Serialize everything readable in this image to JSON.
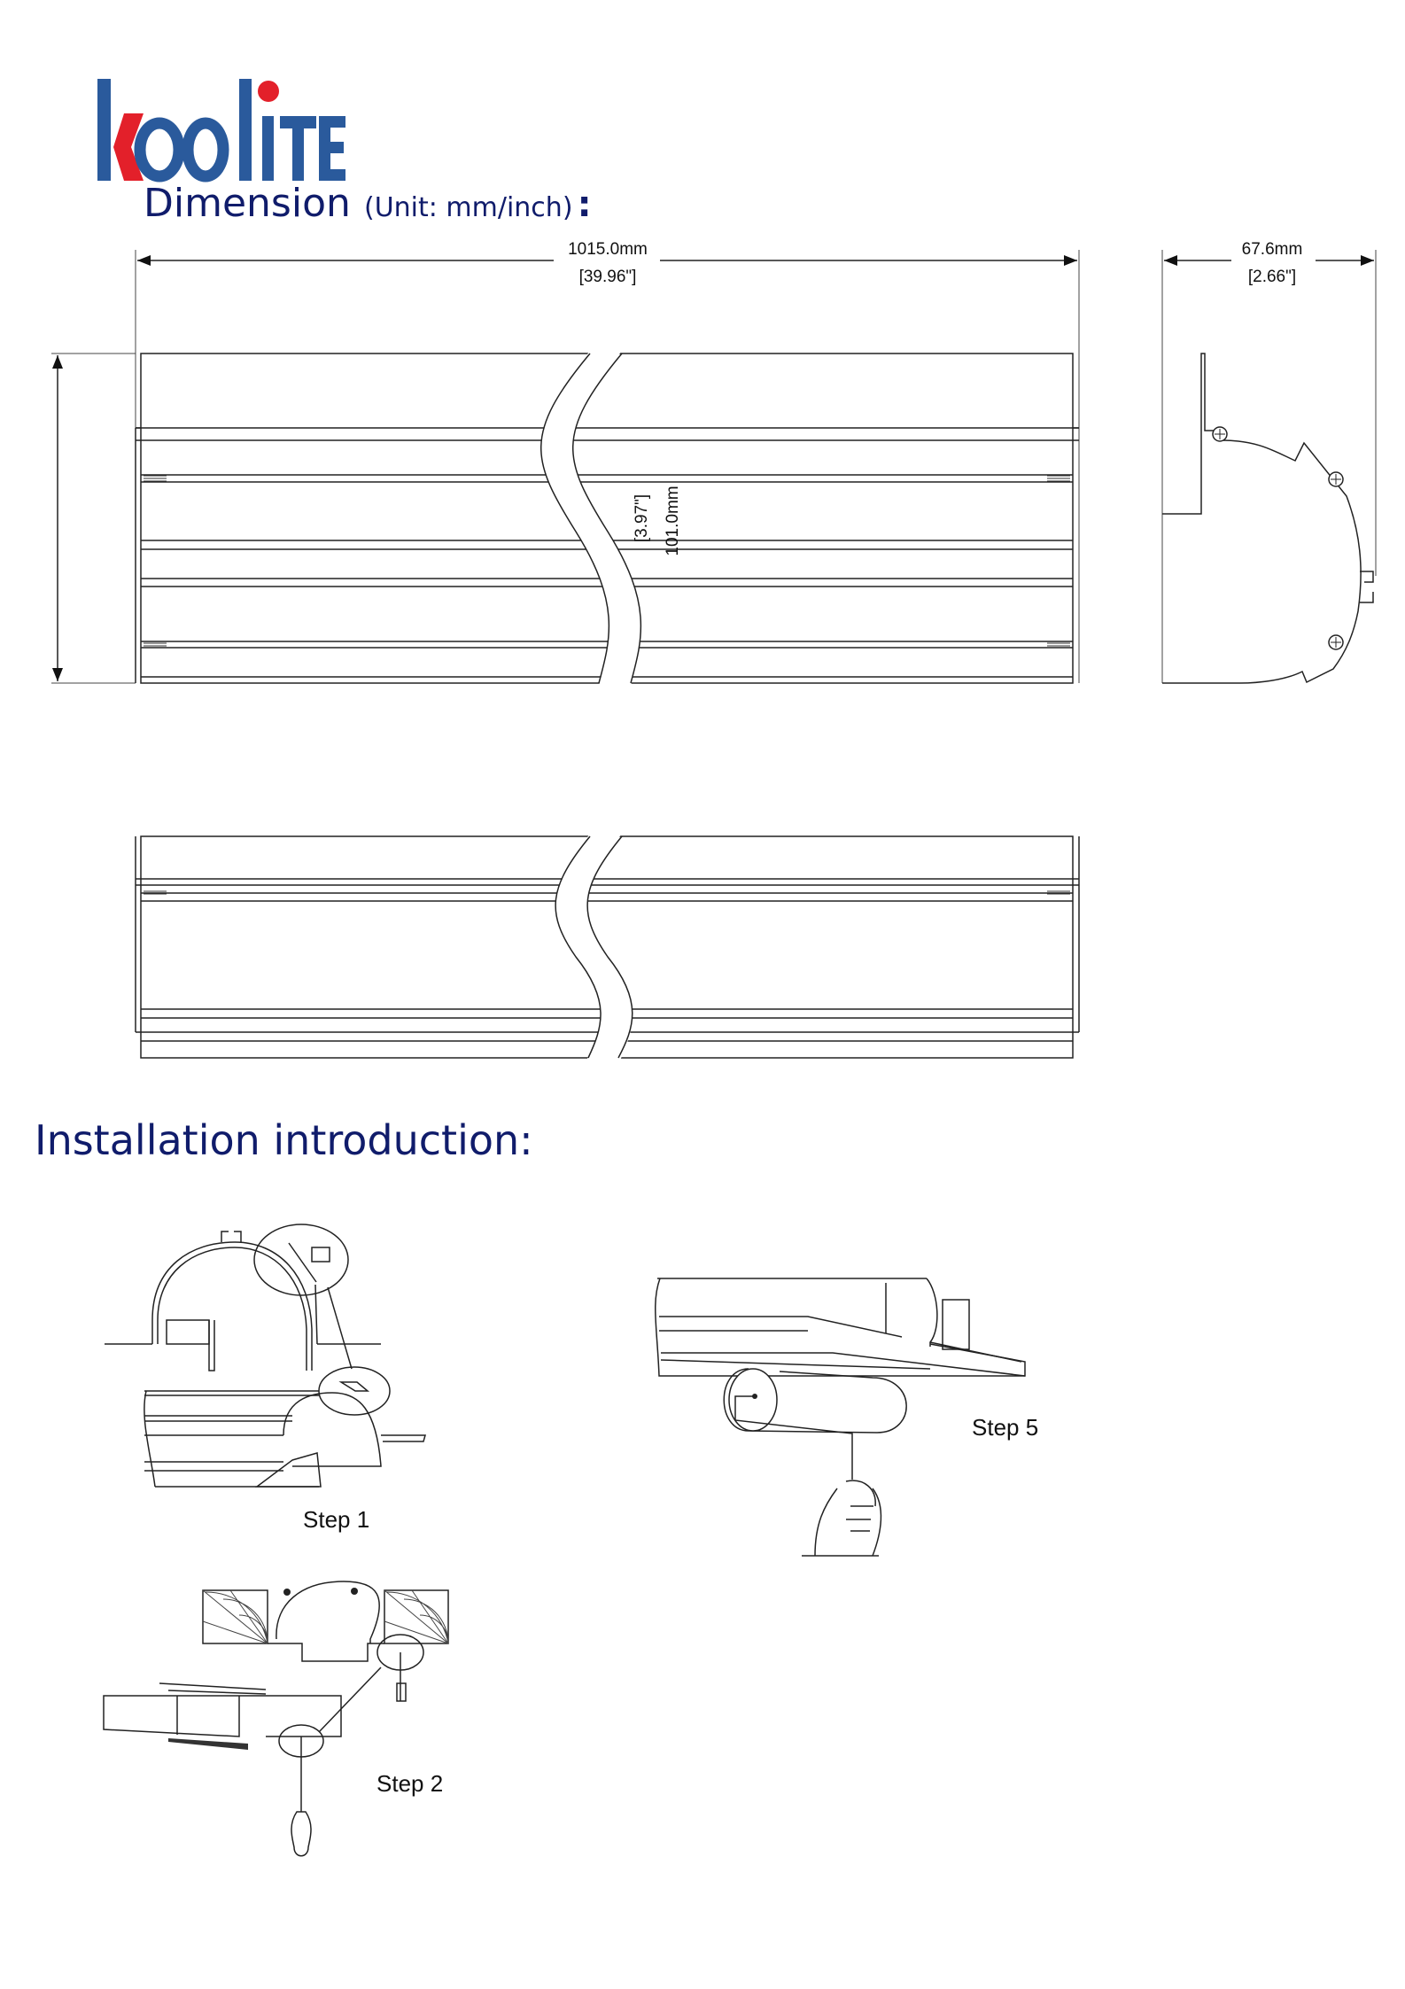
{
  "logo": {
    "text": "koolite",
    "colors": {
      "blue": "#2a5a9c",
      "red": "#e3202a"
    }
  },
  "dimension": {
    "title": "Dimension",
    "unit_note": "(Unit: mm/inch)",
    "colon": ":",
    "length_mm": "1015.0mm",
    "length_in": "[39.96\"]",
    "height_mm": "101.0mm",
    "height_in": "[3.97\"]",
    "depth_mm": "67.6mm",
    "depth_in": "[2.66\"]"
  },
  "installation": {
    "title": "Installation introduction:",
    "steps": [
      {
        "label": "Step 1"
      },
      {
        "label": "Step 2"
      },
      {
        "label": "Step 5"
      }
    ]
  },
  "colors": {
    "heading": "#101c6b",
    "line": "#222222"
  }
}
